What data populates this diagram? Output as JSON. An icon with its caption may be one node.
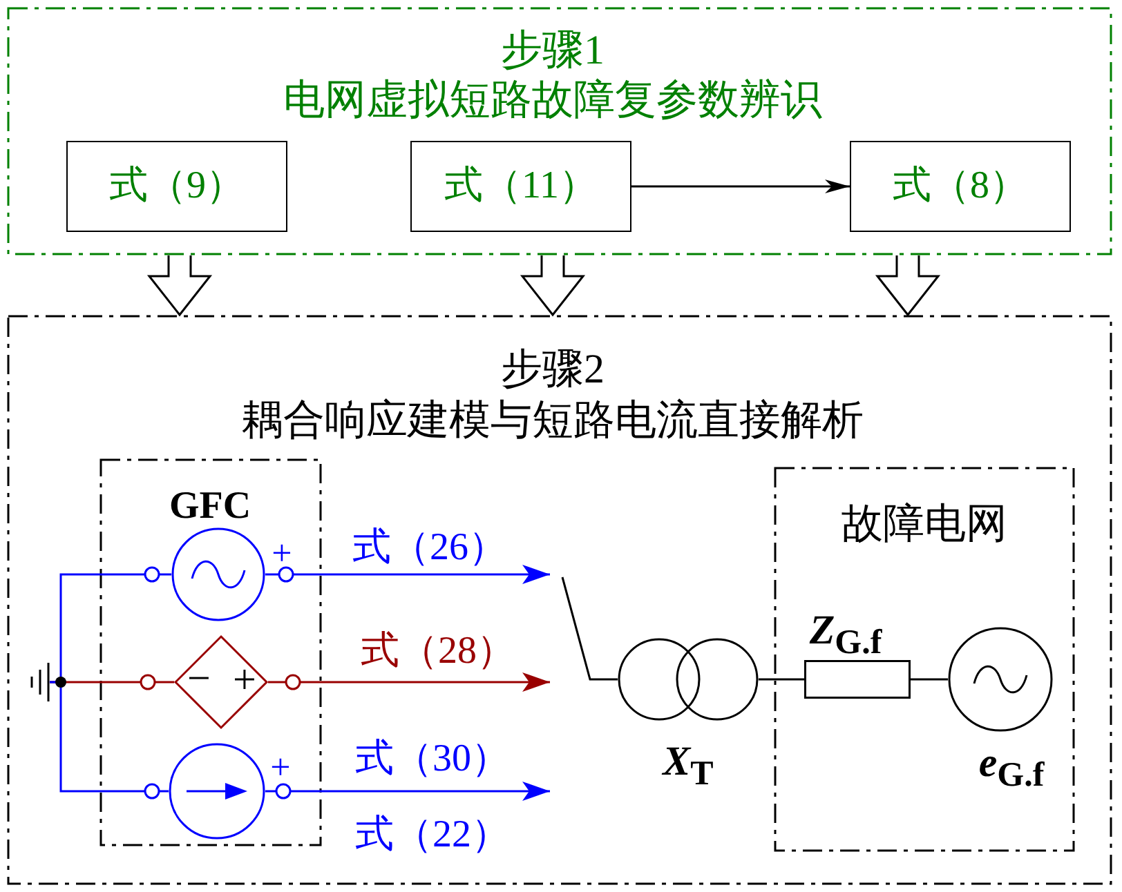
{
  "diagram": {
    "nodes": [
      {
        "text": [
          "步骤1",
          "电网虚拟短路故障复参数辨识"
        ]
      },
      {
        "text": [
          "式（9）"
        ],
        "in": 0
      },
      {
        "text": [
          "式（11）"
        ],
        "in": 0
      },
      {
        "text": [
          "式（8）"
        ],
        "in": 0
      },
      {
        "text": [
          "步骤2",
          "耦合响应建模与短路电流直接解析"
        ]
      },
      {
        "text": [
          "GFC"
        ],
        "in": 4
      },
      {
        "text": [],
        "shape": "circle",
        "beside": [
          "+"
        ],
        "in": 5
      },
      {
        "text": [
          "−",
          "+"
        ],
        "in": 5
      },
      {
        "text": [],
        "shape": "circle",
        "beside": [
          "+"
        ],
        "in": 5
      },
      {
        "text": [],
        "shape": "ground",
        "in": 4
      },
      {
        "text": [],
        "shape": "transformer",
        "beside": [
          "*X*$_{T}$"
        ],
        "in": 4
      },
      {
        "text": [
          "故障电网"
        ],
        "in": 4
      },
      {
        "text": [],
        "shape": "box",
        "beside": [
          "*Z*$_{G.f}$"
        ],
        "in": 11
      },
      {
        "text": [],
        "shape": "circle",
        "beside": [
          "*e*$_{G.f}$"
        ],
        "in": 11
      }
    ],
    "edges": [
      {
        "from": 2,
        "to": 3,
        "arrow": "to"
      },
      {
        "from": 0,
        "to": 4,
        "arrow": "to",
        "style": "thick"
      },
      {
        "from": 0,
        "to": 4,
        "arrow": "to",
        "style": "thick"
      },
      {
        "from": 0,
        "to": 4,
        "arrow": "to",
        "style": "thick"
      },
      {
        "from": 9,
        "to": 6,
        "arrow": "none",
        "color": "#0000ff"
      },
      {
        "from": 9,
        "to": 7,
        "arrow": "none",
        "color": "#990000"
      },
      {
        "from": 9,
        "to": 8,
        "arrow": "none",
        "color": "#0000ff"
      },
      {
        "from": 6,
        "to": null,
        "arrow": "to",
        "label": "式（26）",
        "color": "#0000ff"
      },
      {
        "from": 7,
        "to": null,
        "arrow": "to",
        "label": "式（28）",
        "color": "#990000"
      },
      {
        "from": 8,
        "to": null,
        "arrow": "to",
        "label": "式（30）",
        "color": "#0000ff"
      },
      {
        "from": 10,
        "to": null,
        "arrow": "none"
      },
      {
        "from": 10,
        "to": 12,
        "arrow": "none"
      },
      {
        "from": 12,
        "to": 13,
        "arrow": "none"
      }
    ],
    "labels": [
      "式（22）"
    ]
  }
}
